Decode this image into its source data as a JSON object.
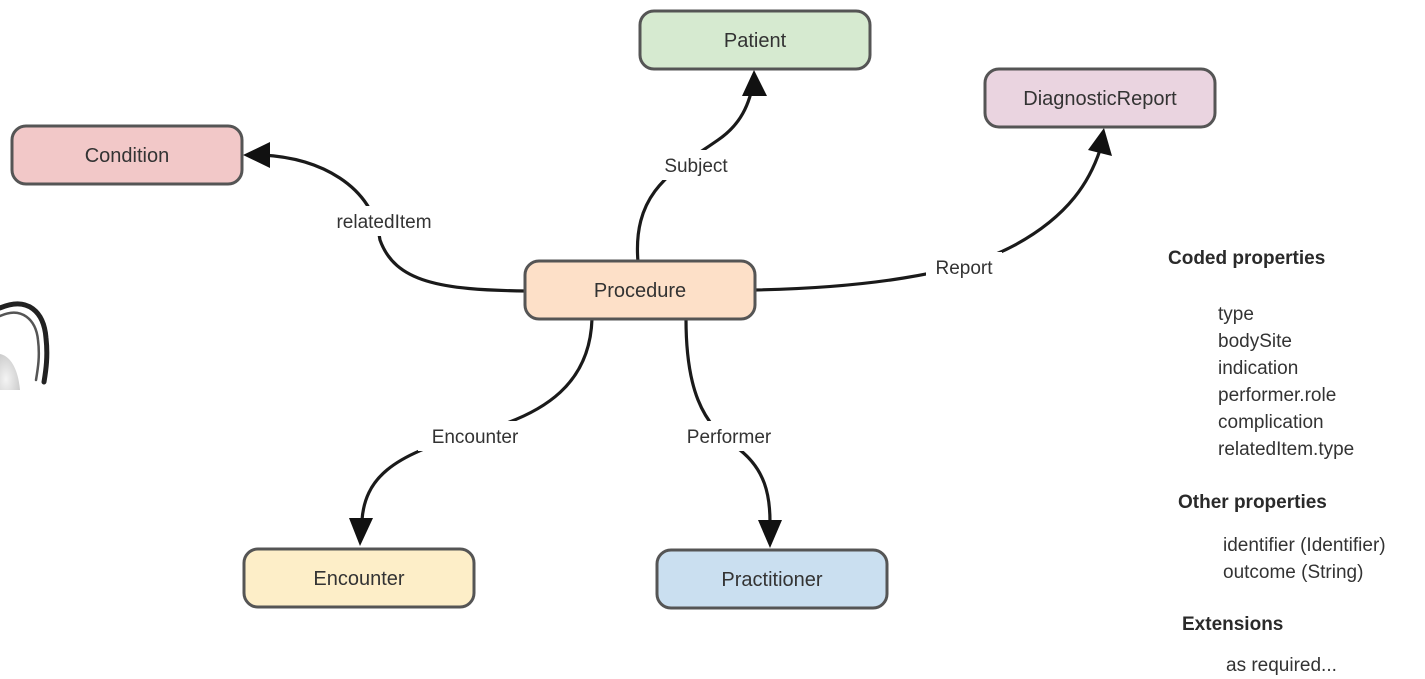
{
  "diagram": {
    "nodes": {
      "patient": {
        "label": "Patient",
        "fill": "#d6ead0"
      },
      "diagnostic_report": {
        "label": "DiagnosticReport",
        "fill": "#ead4e0"
      },
      "condition": {
        "label": "Condition",
        "fill": "#f2c8c8"
      },
      "procedure": {
        "label": "Procedure",
        "fill": "#fde0c8"
      },
      "encounter": {
        "label": "Encounter",
        "fill": "#fdeec8"
      },
      "practitioner": {
        "label": "Practitioner",
        "fill": "#cadff0"
      }
    },
    "edges": {
      "subject": {
        "label": "Subject",
        "from": "Procedure",
        "to": "Patient"
      },
      "related_item": {
        "label": "relatedItem",
        "from": "Procedure",
        "to": "Condition"
      },
      "report": {
        "label": "Report",
        "from": "Procedure",
        "to": "DiagnosticReport"
      },
      "encounter": {
        "label": "Encounter",
        "from": "Procedure",
        "to": "Encounter"
      },
      "performer": {
        "label": "Performer",
        "from": "Procedure",
        "to": "Practitioner"
      }
    }
  },
  "sidebar": {
    "coded": {
      "heading": "Coded properties",
      "items": [
        "type",
        "bodySite",
        "indication",
        "performer.role",
        "complication",
        "relatedItem.type"
      ]
    },
    "other": {
      "heading": "Other properties",
      "items": [
        "identifier (Identifier)",
        "outcome (String)"
      ]
    },
    "extensions": {
      "heading": "Extensions",
      "items": [
        "as required..."
      ]
    }
  }
}
